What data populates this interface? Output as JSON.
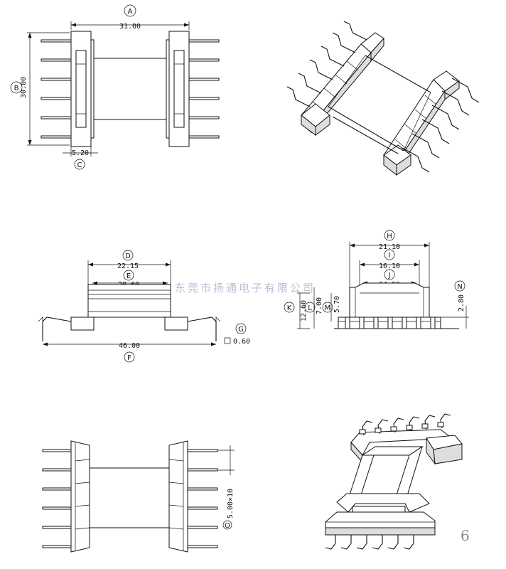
{
  "watermark": "东莞市扬通电子有限公司",
  "page_number": "6",
  "top_view": {
    "label_a": "A",
    "dim_a": "31.00",
    "label_b": "B",
    "dim_b": "30.00",
    "label_c": "C",
    "dim_c": "5.20"
  },
  "side_view": {
    "label_d": "D",
    "dim_d": "22.15",
    "label_e": "E",
    "dim_e": "20.60",
    "label_f": "F",
    "dim_f": "46.00",
    "label_g": "G",
    "dim_g": "0.60"
  },
  "end_view": {
    "label_h": "H",
    "dim_h": "21.10",
    "label_i": "I",
    "dim_i": "16.10",
    "label_j": "J",
    "dim_j": "14.90",
    "label_k": "K",
    "dim_k": "12.60",
    "label_l": "L",
    "dim_l": "7.00",
    "label_m": "M",
    "dim_m": "5.70",
    "label_n": "N",
    "dim_n": "2.80"
  },
  "bottom_view": {
    "label_o": "O",
    "dim_o": "5.00×10"
  }
}
